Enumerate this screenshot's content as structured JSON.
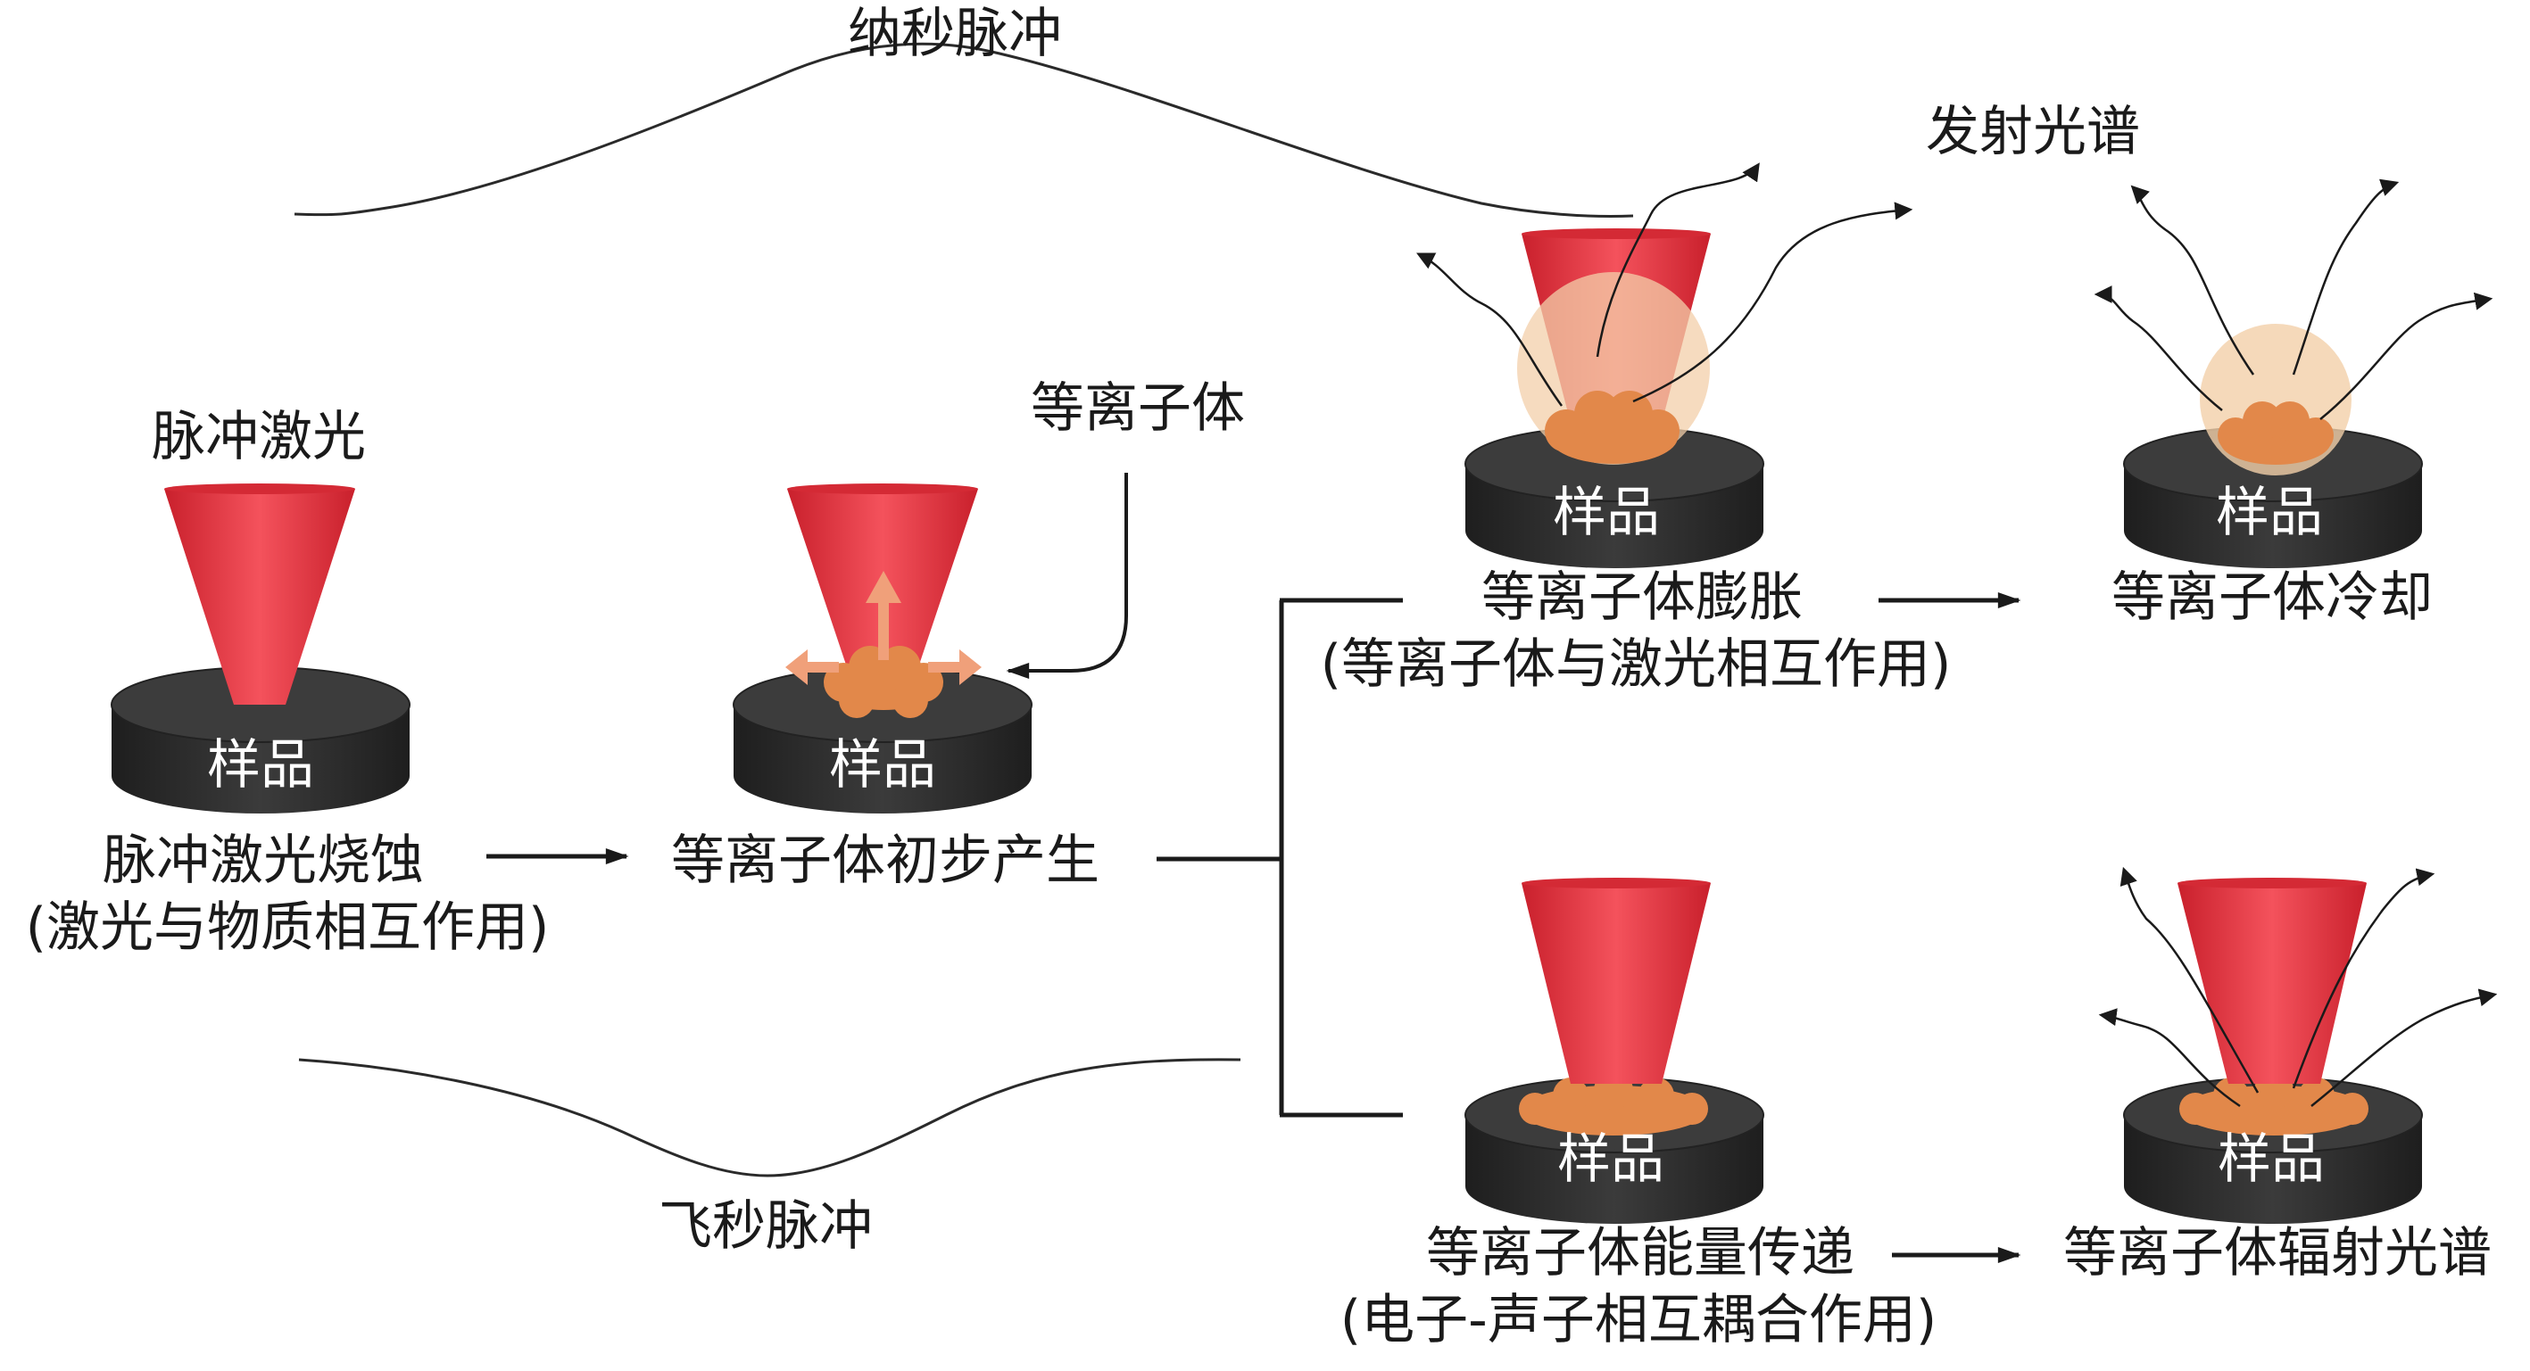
{
  "nodes": {
    "laser_ablation": {
      "name": "脉冲激光烧蚀",
      "note": "(激光与物质相互作用)"
    },
    "initial_plasma": {
      "name": "等离子体初步产生"
    },
    "expansion": {
      "name": "等离子体膨胀",
      "note": "(等离子体与激光相互作用)"
    },
    "cooling": {
      "name": "等离子体冷却"
    },
    "energy_transfer": {
      "name": "等离子体能量传递",
      "note": "(电子-声子相互耦合作用)"
    },
    "radiation": {
      "name": "等离子体辐射光谱"
    }
  },
  "labels": {
    "pulse_laser": "脉冲激光",
    "plasma": "等离子体",
    "emission": "发射光谱",
    "ns_pulse": "纳秒脉冲",
    "fs_pulse": "飞秒脉冲",
    "sample": "样品"
  },
  "colors": {
    "laser": "#e8343f",
    "sample_top": "#3a3a3a",
    "sample_side": "#2a2a2a",
    "plasma": "#e2884a",
    "plume": "#f3cfa9",
    "arrow": "#1a1a1a"
  }
}
